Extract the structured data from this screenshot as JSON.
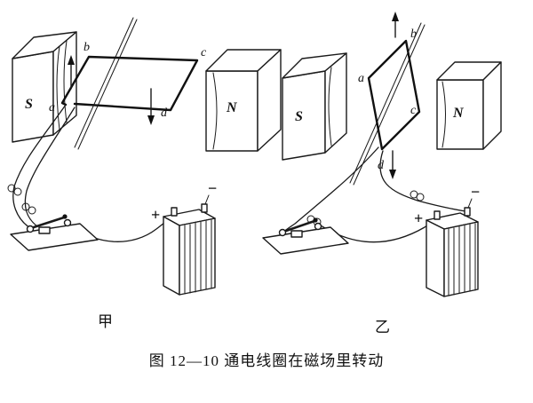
{
  "figure": {
    "caption": "图 12—10  通电线圈在磁场里转动",
    "left": {
      "name": "甲",
      "magnet_left": "S",
      "magnet_right": "N",
      "labels": {
        "a": "a",
        "b": "b",
        "c": "c",
        "d": "d"
      },
      "battery": {
        "plus": "+",
        "minus": "−"
      }
    },
    "right": {
      "name": "乙",
      "magnet_left": "S",
      "magnet_right": "N",
      "labels": {
        "a": "a",
        "b": "b",
        "c": "c",
        "d": "d"
      },
      "battery": {
        "plus": "+",
        "minus": "−"
      }
    }
  }
}
